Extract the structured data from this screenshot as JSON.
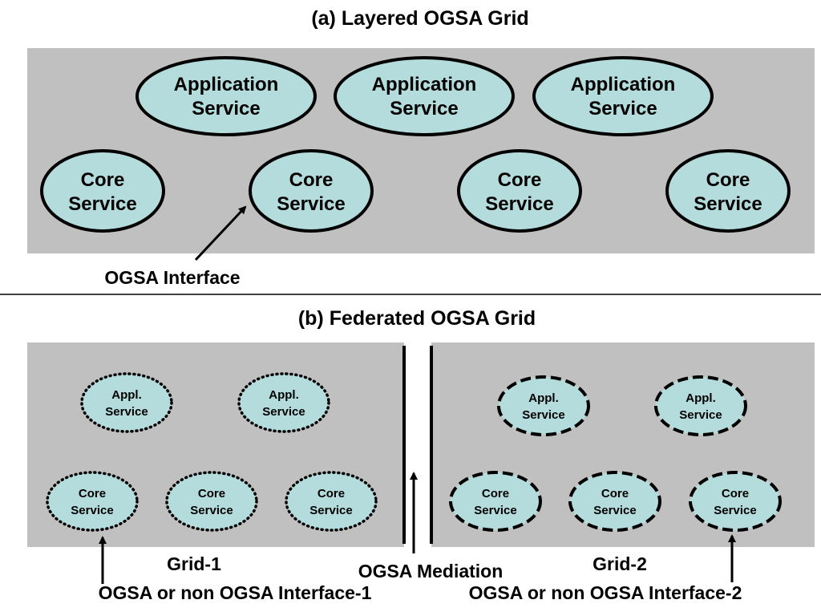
{
  "panel_a": {
    "title": "(a) Layered OGSA Grid",
    "app_services": [
      {
        "line1": "Application",
        "line2": "Service"
      },
      {
        "line1": "Application",
        "line2": "Service"
      },
      {
        "line1": "Application",
        "line2": "Service"
      }
    ],
    "core_services": [
      {
        "line1": "Core",
        "line2": "Service"
      },
      {
        "line1": "Core",
        "line2": "Service"
      },
      {
        "line1": "Core",
        "line2": "Service"
      },
      {
        "line1": "Core",
        "line2": "Service"
      }
    ],
    "interface_label": "OGSA Interface"
  },
  "panel_b": {
    "title": "(b) Federated OGSA Grid",
    "grid1": {
      "label": "Grid-1",
      "interface_label": "OGSA or non OGSA Interface-1",
      "app_services": [
        {
          "line1": "Appl.",
          "line2": "Service"
        },
        {
          "line1": "Appl.",
          "line2": "Service"
        }
      ],
      "core_services": [
        {
          "line1": "Core",
          "line2": "Service"
        },
        {
          "line1": "Core",
          "line2": "Service"
        },
        {
          "line1": "Core",
          "line2": "Service"
        }
      ]
    },
    "grid2": {
      "label": "Grid-2",
      "interface_label": "OGSA or non OGSA Interface-2",
      "app_services": [
        {
          "line1": "Appl.",
          "line2": "Service"
        },
        {
          "line1": "Appl.",
          "line2": "Service"
        }
      ],
      "core_services": [
        {
          "line1": "Core",
          "line2": "Service"
        },
        {
          "line1": "Core",
          "line2": "Service"
        },
        {
          "line1": "Core",
          "line2": "Service"
        }
      ]
    },
    "mediation_label": "OGSA Mediation"
  },
  "colors": {
    "panel_bg": "#c0c0c0",
    "node_fill": "#b4dcdc",
    "stroke": "#000000"
  }
}
